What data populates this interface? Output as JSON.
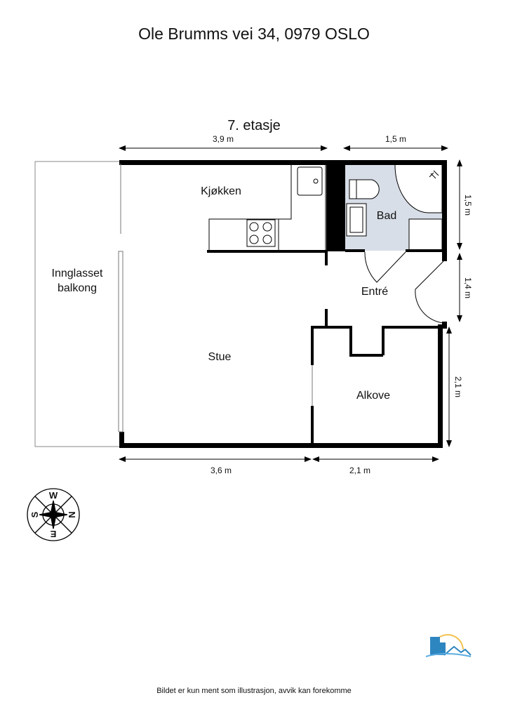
{
  "title": "Ole Brumms vei 34, 0979 OSLO",
  "floor": "7. etasje",
  "rooms": {
    "kitchen": "Kjøkken",
    "bath": "Bad",
    "entry": "Entré",
    "living": "Stue",
    "alcove": "Alkove",
    "balcony_line1": "Innglasset",
    "balcony_line2": "balkong"
  },
  "dimensions": {
    "top_left": "3,9 m",
    "top_right": "1,5 m",
    "right_upper": "1,5 m",
    "right_middle": "1,4 m",
    "right_lower": "2,1 m",
    "bottom_left": "3,6 m",
    "bottom_right": "2,1 m"
  },
  "compass": {
    "n": "N",
    "s": "S",
    "e": "E",
    "w": "W"
  },
  "footer": "Bildet er kun ment som illustrasjon, avvik kan forekomme",
  "colors": {
    "wall": "#000000",
    "bath_floor": "#d8dee7",
    "logo_blue": "#2e86c1",
    "logo_sun": "#f2c14e"
  }
}
